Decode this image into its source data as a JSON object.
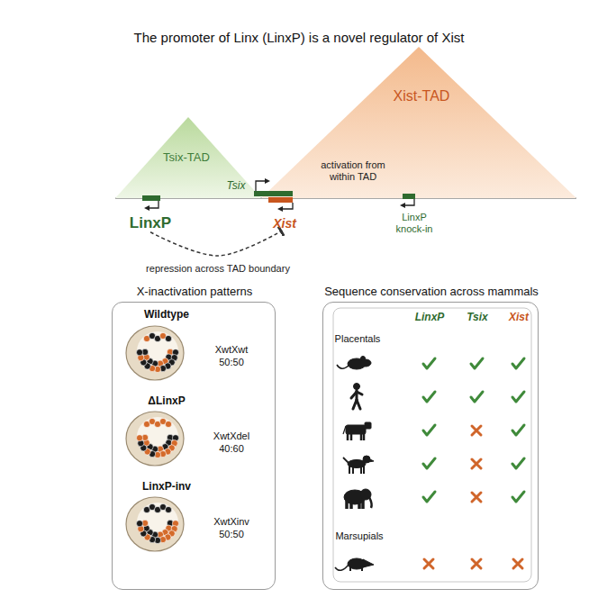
{
  "diagram": {
    "title": "The promoter of Linx (LinxP) is a novel regulator of Xist",
    "nodes": [
      {
        "text": [
          "Tsix-TAD"
        ]
      },
      {
        "text": [
          "Xist-TAD"
        ]
      },
      {
        "text": [
          "LinxP"
        ]
      },
      {
        "text": [
          "Tsix"
        ]
      },
      {
        "text": [
          "Xist"
        ]
      },
      {
        "text": [
          "LinxP knock-in"
        ]
      },
      {
        "text": [
          "X-inactivation patterns",
          "Wildtype",
          "XwtXwt",
          "50:50",
          "ΔLinxP",
          "XwtXdel",
          "40:60",
          "LinxP-inv",
          "XwtXinv",
          "50:50"
        ]
      },
      {
        "text": [
          "Sequence conservation across mammals",
          "LinxP",
          "Tsix",
          "Xist",
          "Placentals",
          "Marsupials"
        ]
      }
    ],
    "edges": [
      {
        "from": 2,
        "to": 4,
        "arrow": "to",
        "label": "repression across TAD boundary"
      },
      {
        "from": 5,
        "to": 4,
        "arrow": "to",
        "label": "activation from within TAD"
      }
    ]
  }
}
